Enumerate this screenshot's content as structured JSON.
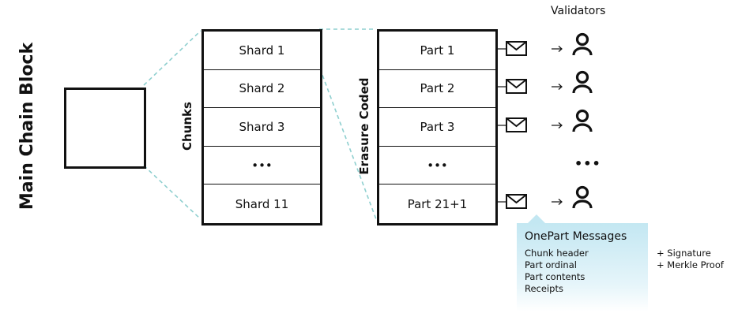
{
  "main_block_label": "Main Chain Block",
  "chunks_label": "Chunks",
  "erasure_label": "Erasure Coded",
  "shards": [
    "Shard 1",
    "Shard 2",
    "Shard 3",
    "•••",
    "Shard 11"
  ],
  "parts": [
    "Part 1",
    "Part 2",
    "Part 3",
    "•••",
    "Part 21+1"
  ],
  "validators_title": "Validators",
  "validators_ellipsis": "•••",
  "message_panel": {
    "title": "OnePart Messages",
    "items": [
      "Chunk header",
      "Part ordinal",
      "Part contents",
      "Receipts"
    ],
    "extras": [
      "+ Signature",
      "+ Merkle Proof"
    ]
  },
  "colors": {
    "ink": "#111111",
    "dashed_line": "#8ecfcf",
    "panel": "#c3e7f2"
  },
  "icons": [
    "envelope-icon",
    "arrow-icon",
    "person-icon"
  ]
}
